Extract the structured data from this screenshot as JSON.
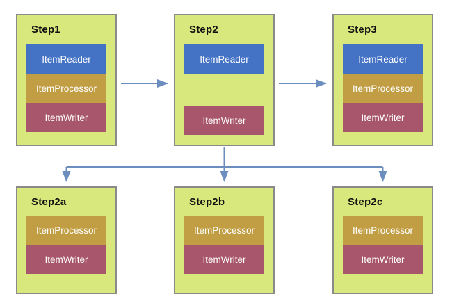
{
  "diagram": {
    "type": "flow-diagram",
    "colors": {
      "step_fill": "#d9e87c",
      "step_border": "#8a8a8a",
      "reader_fill": "#4472c4",
      "processor_fill": "#c19e44",
      "writer_fill": "#a8566b",
      "arrow": "#6c8ebf",
      "title_text": "#111111",
      "component_text": "#ffffff"
    },
    "steps": [
      {
        "title": "Step1",
        "components": [
          {
            "label": "ItemReader",
            "type": "reader"
          },
          {
            "label": "ItemProcessor",
            "type": "processor"
          },
          {
            "label": "ItemWriter",
            "type": "writer"
          }
        ]
      },
      {
        "title": "Step2",
        "components": [
          {
            "label": "ItemReader",
            "type": "reader"
          },
          {
            "label": "ItemWriter",
            "type": "writer"
          }
        ]
      },
      {
        "title": "Step3",
        "components": [
          {
            "label": "ItemReader",
            "type": "reader"
          },
          {
            "label": "ItemProcessor",
            "type": "processor"
          },
          {
            "label": "ItemWriter",
            "type": "writer"
          }
        ]
      },
      {
        "title": "Step2a",
        "components": [
          {
            "label": "ItemProcessor",
            "type": "processor"
          },
          {
            "label": "ItemWriter",
            "type": "writer"
          }
        ]
      },
      {
        "title": "Step2b",
        "components": [
          {
            "label": "ItemProcessor",
            "type": "processor"
          },
          {
            "label": "ItemWriter",
            "type": "writer"
          }
        ]
      },
      {
        "title": "Step2c",
        "components": [
          {
            "label": "ItemProcessor",
            "type": "processor"
          },
          {
            "label": "ItemWriter",
            "type": "writer"
          }
        ]
      }
    ],
    "connections": [
      {
        "from": "Step1",
        "to": "Step2"
      },
      {
        "from": "Step2",
        "to": "Step3"
      },
      {
        "from": "Step2",
        "to": "Step2a"
      },
      {
        "from": "Step2",
        "to": "Step2b"
      },
      {
        "from": "Step2",
        "to": "Step2c"
      }
    ]
  }
}
